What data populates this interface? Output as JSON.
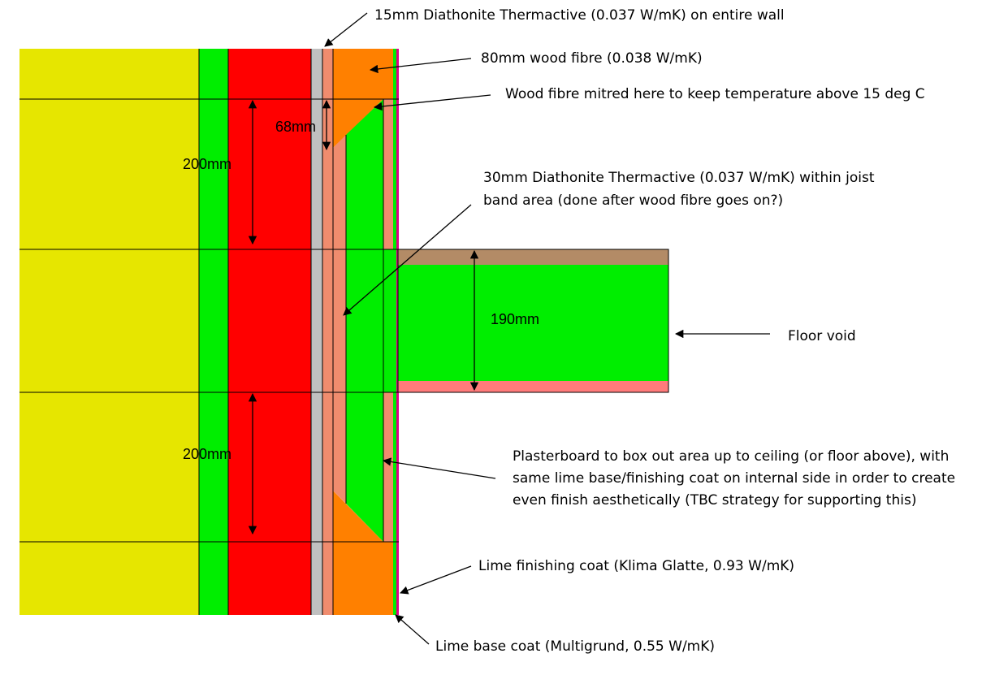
{
  "colors": {
    "masonry": "#e6e600",
    "green": "#00ee00",
    "red": "#ff0000",
    "grey": "#c0c0c0",
    "salmon": "#f08c6e",
    "orange": "#ff8000",
    "floorboard": "#b38b66",
    "ceiling": "#ff7b7b",
    "lime_finish": "#e0008a"
  },
  "labels": {
    "diathonite_wall": "15mm Diathonite Thermactive (0.037 W/mK) on entire wall",
    "wood_fibre": "80mm wood fibre (0.038 W/mK)",
    "mitred": "Wood fibre mitred here to keep temperature above 15 deg C",
    "joist_band_line1": "30mm Diathonite Thermactive (0.037 W/mK) within joist",
    "joist_band_line2": "band area (done after wood fibre goes on?)",
    "floor_void": "Floor void",
    "plasterboard_line1": "Plasterboard to box out area up to ceiling (or floor above), with",
    "plasterboard_line2": "same lime base/finishing coat on internal side in order to create",
    "plasterboard_line3": "even finish aesthetically (TBC strategy for supporting this)",
    "lime_finishing": "Lime finishing coat (Klima Glatte, 0.93 W/mK)",
    "lime_base": "Lime base coat (Multigrund, 0.55 W/mK)"
  },
  "dimensions": {
    "d_68": "68mm",
    "d_200_top": "200mm",
    "d_190": "190mm",
    "d_200_bottom": "200mm"
  }
}
